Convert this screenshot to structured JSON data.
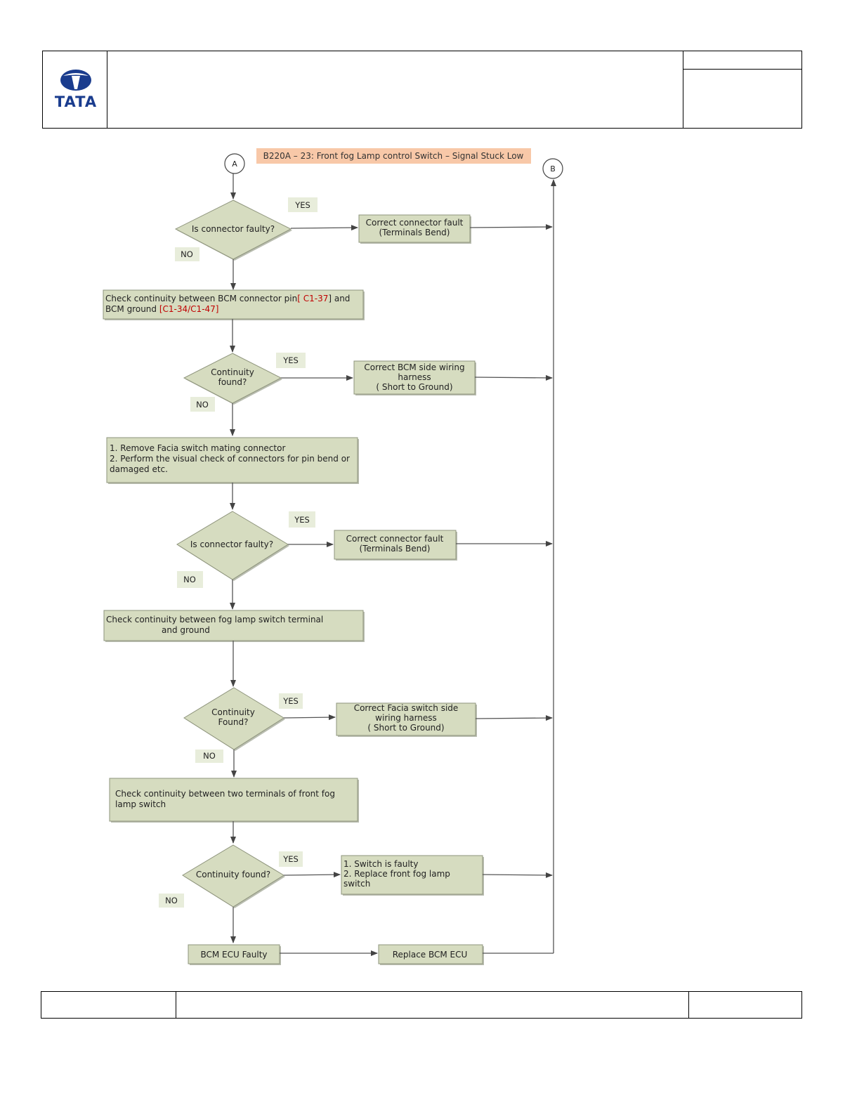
{
  "brand": {
    "name": "TATA",
    "logo_color": "#1a3c8e"
  },
  "flowchart": {
    "title": "B220A – 23: Front fog Lamp control Switch – Signal Stuck Low",
    "connector_start": "A",
    "connector_end": "B",
    "yes_label": "YES",
    "no_label": "NO",
    "decision_connector": "Is connector faulty?",
    "continuity_found_line1": "Continuity",
    "continuity_found_line2": "found?",
    "continuity_found_cap_line2": "Found?",
    "continuity_found_single": "Continuity found?",
    "connector_fault_line1": "Correct connector fault",
    "connector_fault_line2": "(Terminals Bend)",
    "check_bcm": {
      "l1_a": "Check continuity between BCM connector pin",
      "l1_b": "[ C1-37",
      "l1_c": "] and",
      "l2_a": "BCM ground ",
      "l2_b": "[C1-34/C1-47]"
    },
    "bcm_wiring": [
      "Correct BCM side wiring",
      "harness",
      "( Short to Ground)"
    ],
    "remove_facia": [
      "1. Remove Facia switch mating connector",
      "2. Perform the visual check of connectors for pin bend or",
      "damaged etc."
    ],
    "check_fog": [
      "Check continuity between fog lamp switch terminal",
      "and  ground"
    ],
    "facia_wiring": [
      "Correct Facia switch side",
      "wiring harness",
      "( Short to Ground)"
    ],
    "check_two": [
      "Check continuity between two  terminals of front fog",
      "lamp  switch"
    ],
    "switch_faulty": [
      "1. Switch is faulty",
      "2. Replace front fog lamp",
      "switch"
    ],
    "bcm_faulty": "BCM ECU Faulty",
    "replace_bcm": "Replace BCM ECU"
  }
}
